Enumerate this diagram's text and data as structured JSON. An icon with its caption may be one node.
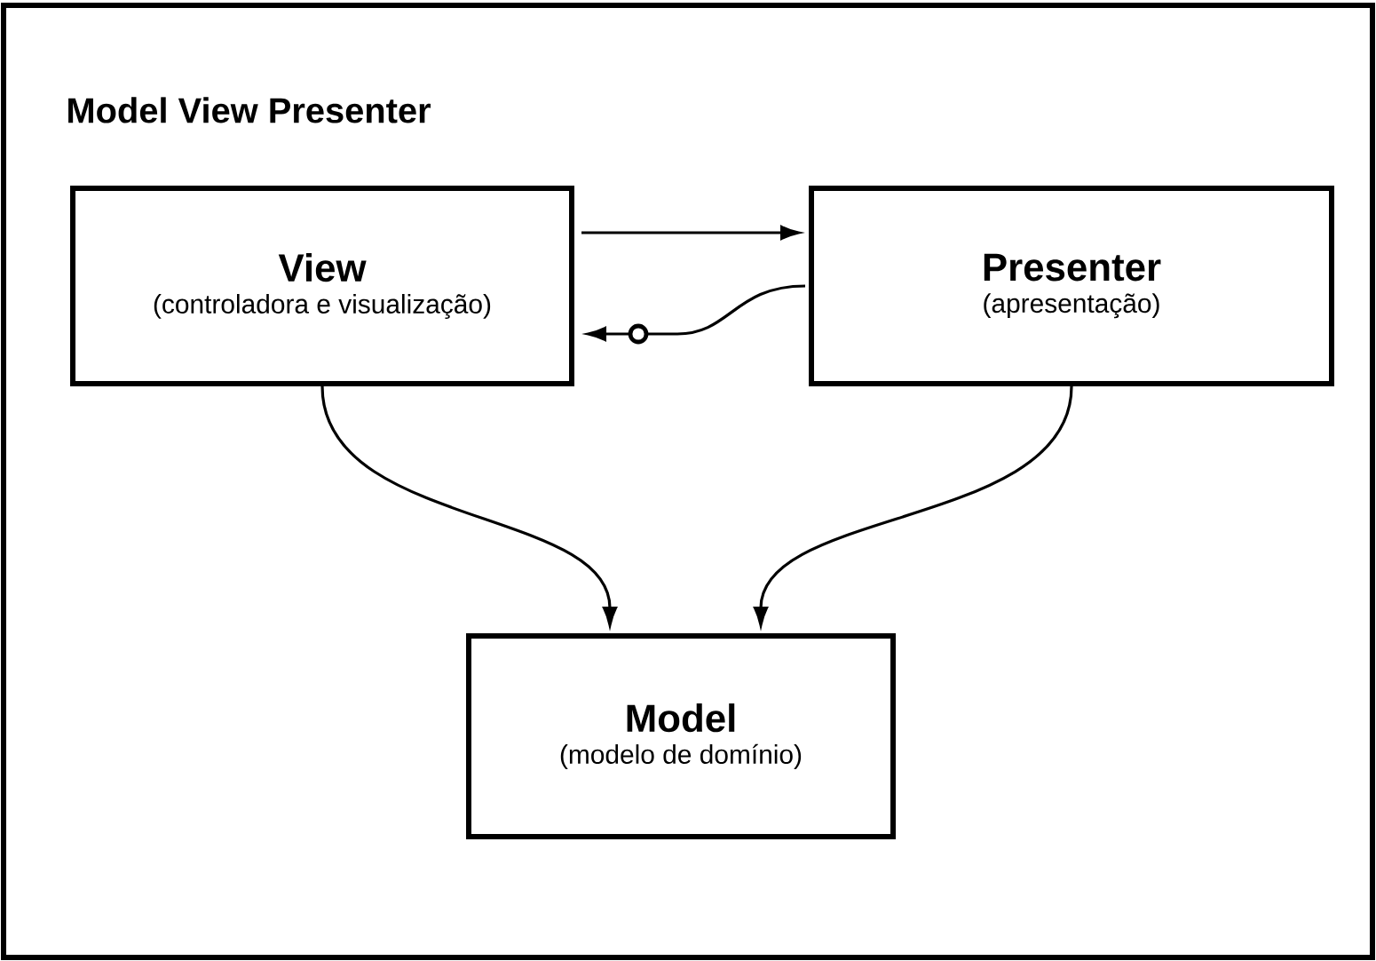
{
  "diagram": {
    "title": "Model View Presenter",
    "nodes": [
      {
        "text": [
          "View",
          "(controladora e visualização)"
        ]
      },
      {
        "text": [
          "Presenter",
          "(apresentação)"
        ]
      },
      {
        "text": [
          "Model",
          "(modelo de domínio)"
        ]
      }
    ],
    "edges": [
      {
        "from": 0,
        "to": 1,
        "arrow": "to"
      },
      {
        "from": 1,
        "to": 0,
        "arrow": "to"
      },
      {
        "from": 0,
        "to": 2,
        "arrow": "to"
      },
      {
        "from": 1,
        "to": 2,
        "arrow": "to"
      }
    ]
  }
}
